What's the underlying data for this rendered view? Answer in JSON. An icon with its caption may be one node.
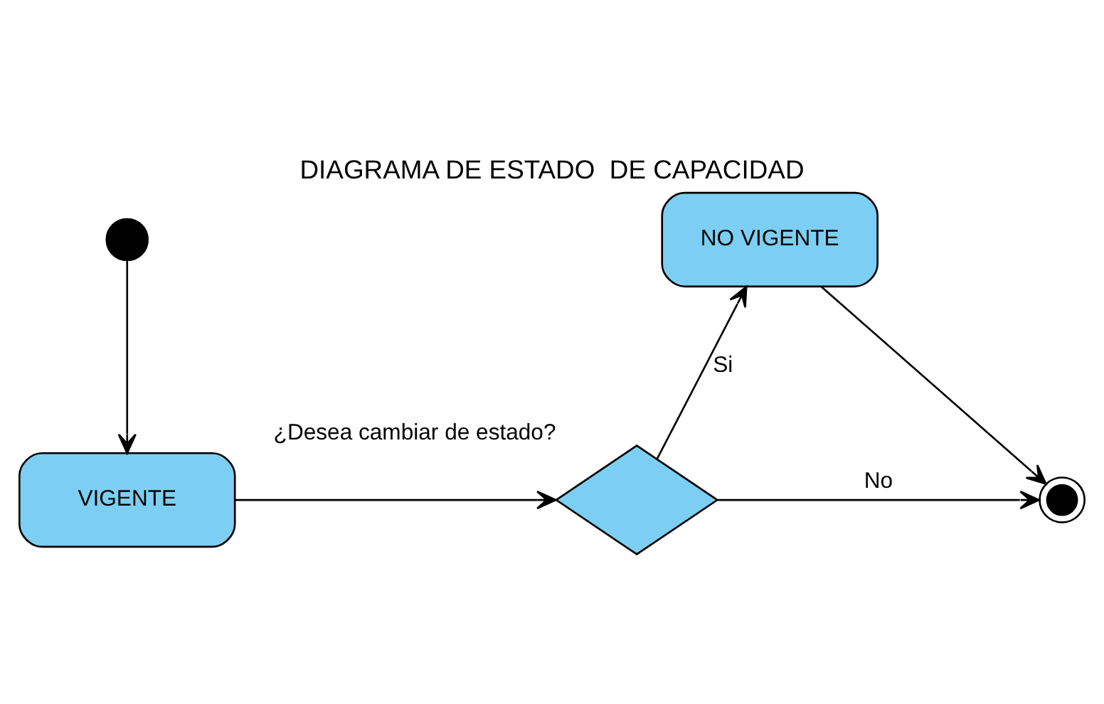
{
  "diagram": {
    "title": "DIAGRAMA DE ESTADO  DE CAPACIDAD",
    "nodes": [
      {
        "text": [],
        "shape": "circle"
      },
      {
        "text": [
          "VIGENTE"
        ]
      },
      {
        "text": [],
        "shape": "diamond",
        "beside": [
          "¿Desea cambiar de estado?"
        ]
      },
      {
        "text": [
          "NO VIGENTE"
        ]
      },
      {
        "text": [],
        "shape": "circle"
      }
    ],
    "edges": [
      {
        "from": 0,
        "to": 1,
        "arrow": "to"
      },
      {
        "from": 1,
        "to": 2,
        "arrow": "to"
      },
      {
        "from": 2,
        "to": 3,
        "arrow": "to",
        "label": "Si"
      },
      {
        "from": 2,
        "to": 4,
        "arrow": "to",
        "label": "No"
      },
      {
        "from": 3,
        "to": 4,
        "arrow": "to"
      }
    ]
  }
}
